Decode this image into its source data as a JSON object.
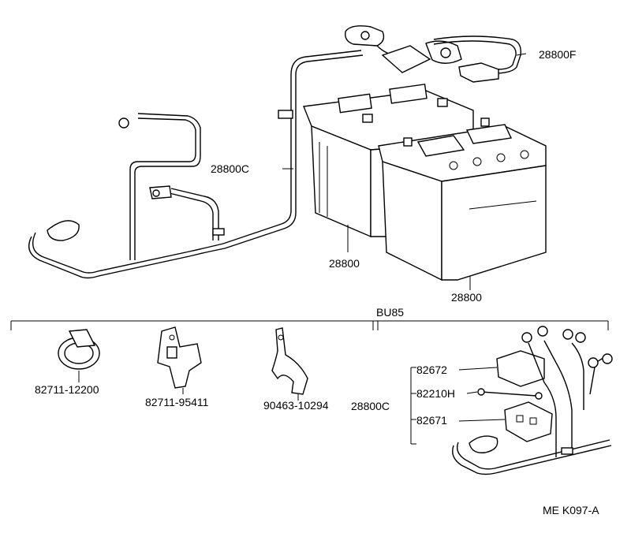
{
  "labels": {
    "p28800F": "28800F",
    "p28800C_top": "28800C",
    "p28800_a": "28800",
    "p28800_b": "28800",
    "bu85": "BU85",
    "p82711_12200": "82711-12200",
    "p82711_95411": "82711-95411",
    "p90463_10294": "90463-10294",
    "p28800C_bottom": "28800C",
    "p82672": "82672",
    "p82210H": "82210H",
    "p82671": "82671",
    "drawing_code": "ME K097-A"
  },
  "colors": {
    "ink": "#000000",
    "paper": "#ffffff"
  }
}
